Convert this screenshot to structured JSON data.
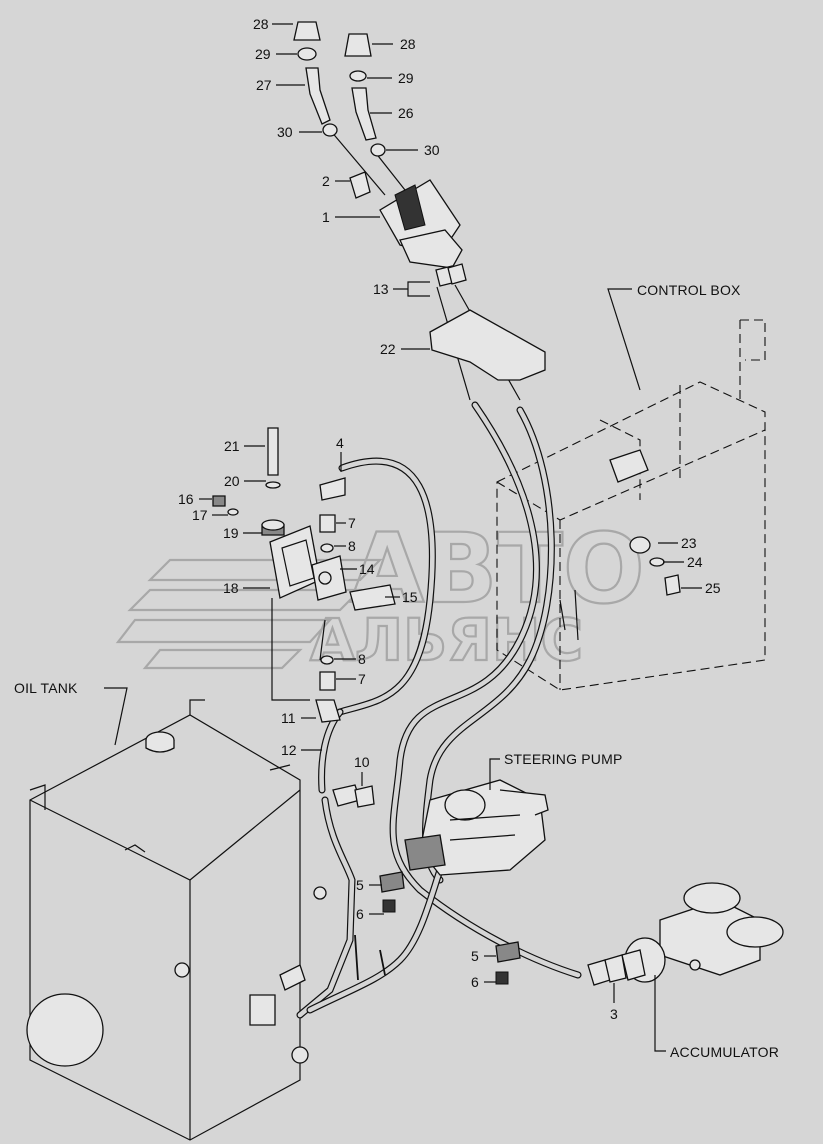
{
  "watermark": {
    "line1": "АВТО",
    "line2": "АЛЬЯНС"
  },
  "names": {
    "control_box": "CONTROL BOX",
    "oil_tank": "OIL TANK",
    "steering_pump": "STEERING PUMP",
    "accumulator": "ACCUMULATOR"
  },
  "labels": [
    {
      "id": "28a",
      "text": "28"
    },
    {
      "id": "29a",
      "text": "29"
    },
    {
      "id": "27",
      "text": "27"
    },
    {
      "id": "30a",
      "text": "30"
    },
    {
      "id": "28b",
      "text": "28"
    },
    {
      "id": "29b",
      "text": "29"
    },
    {
      "id": "26",
      "text": "26"
    },
    {
      "id": "30b",
      "text": "30"
    },
    {
      "id": "2",
      "text": "2"
    },
    {
      "id": "1",
      "text": "1"
    },
    {
      "id": "13",
      "text": "13"
    },
    {
      "id": "22",
      "text": "22"
    },
    {
      "id": "21",
      "text": "21"
    },
    {
      "id": "4",
      "text": "4"
    },
    {
      "id": "20",
      "text": "20"
    },
    {
      "id": "16",
      "text": "16"
    },
    {
      "id": "17",
      "text": "17"
    },
    {
      "id": "7a",
      "text": "7"
    },
    {
      "id": "19",
      "text": "19"
    },
    {
      "id": "8a",
      "text": "8"
    },
    {
      "id": "14",
      "text": "14"
    },
    {
      "id": "18",
      "text": "18"
    },
    {
      "id": "15",
      "text": "15"
    },
    {
      "id": "8b",
      "text": "8"
    },
    {
      "id": "7b",
      "text": "7"
    },
    {
      "id": "11",
      "text": "11"
    },
    {
      "id": "12",
      "text": "12"
    },
    {
      "id": "10",
      "text": "10"
    },
    {
      "id": "23",
      "text": "23"
    },
    {
      "id": "24",
      "text": "24"
    },
    {
      "id": "25",
      "text": "25"
    },
    {
      "id": "5a",
      "text": "5"
    },
    {
      "id": "6a",
      "text": "6"
    },
    {
      "id": "5b",
      "text": "5"
    },
    {
      "id": "6b",
      "text": "6"
    },
    {
      "id": "3",
      "text": "3"
    }
  ]
}
